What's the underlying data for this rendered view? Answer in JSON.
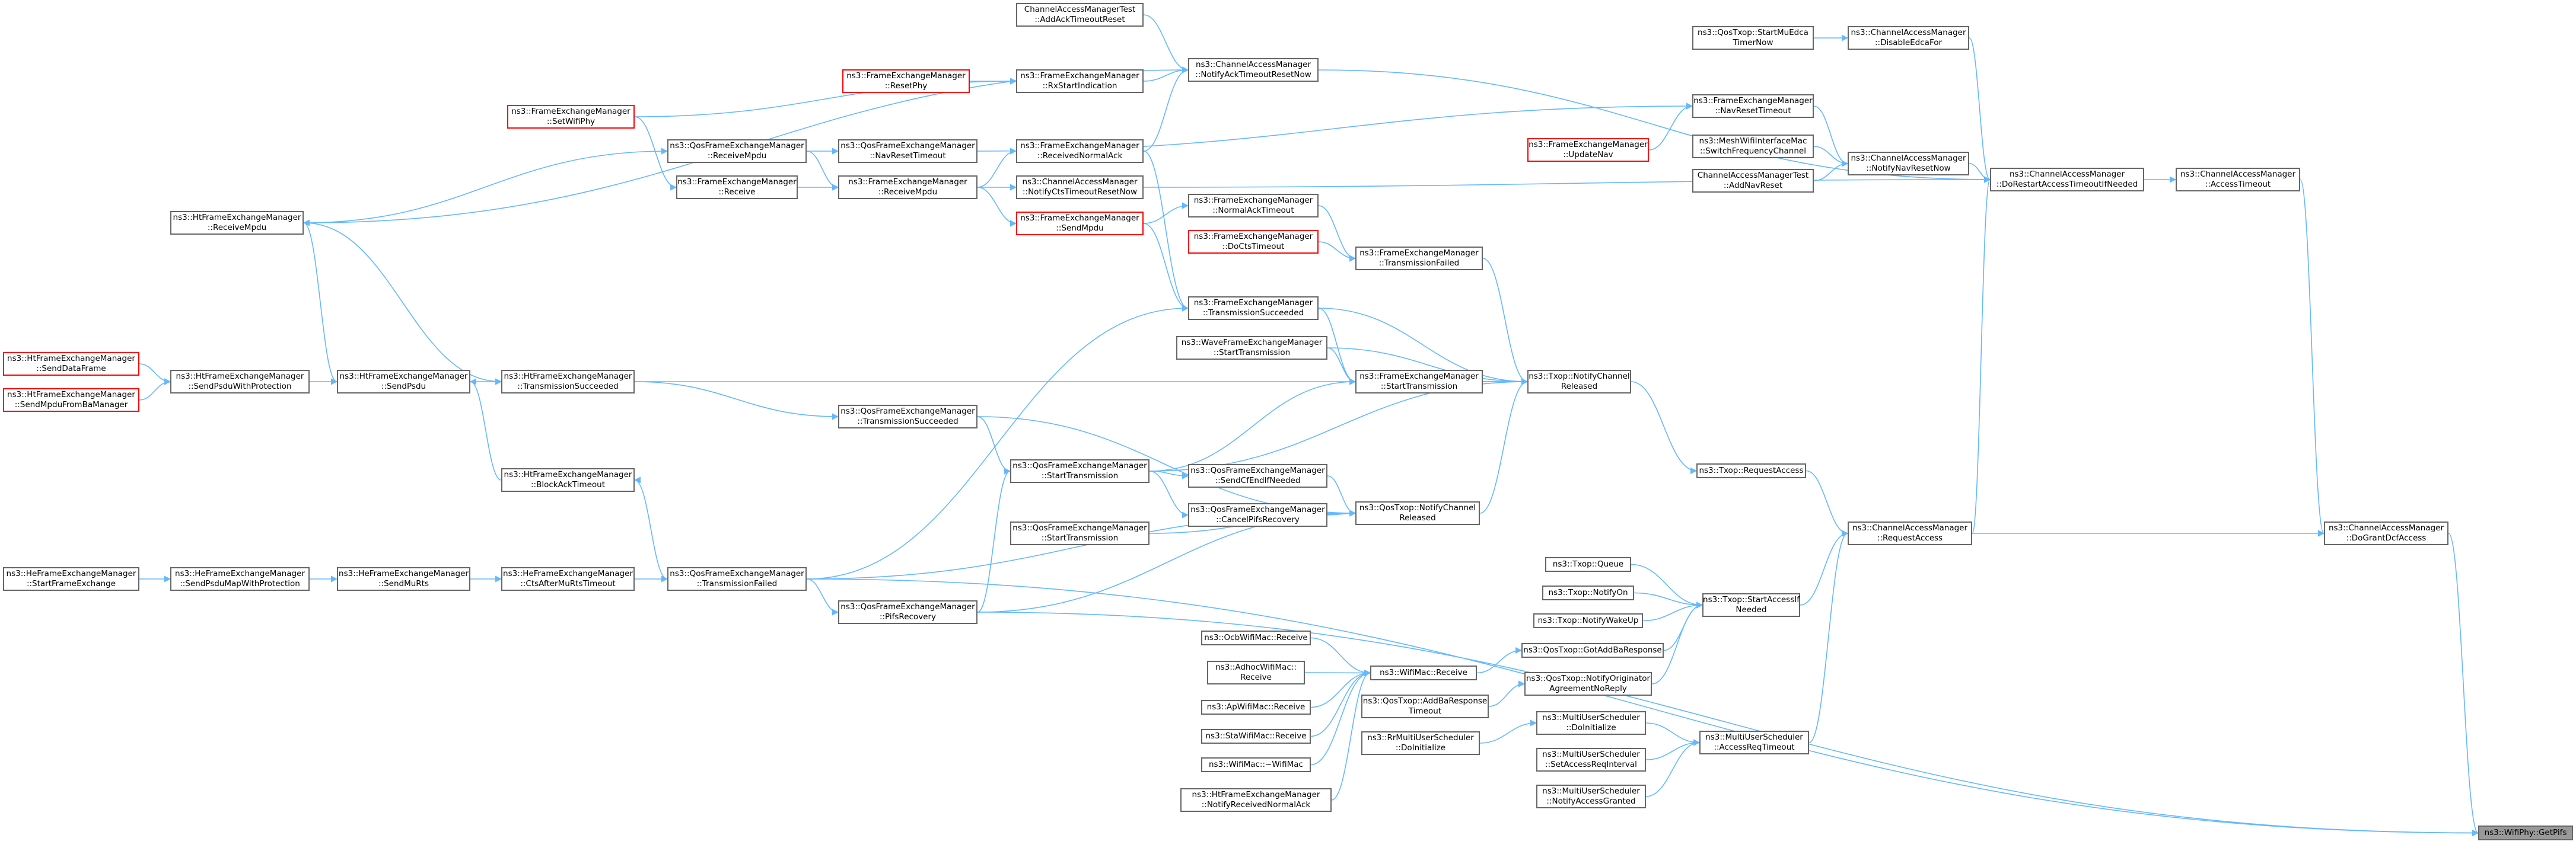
{
  "colors": {
    "edge": "#63b8ff",
    "node_border": "#666666",
    "truncated_border": "#ff0000",
    "root_fill": "#999999"
  },
  "nodes": {
    "n_getpifs": [
      "ns3::WifiPhy::GetPifs"
    ],
    "n_grantdcf": [
      "ns3::ChannelAccessManager",
      "::DoGrantDcfAccess"
    ],
    "n_acctimeout": [
      "ns3::ChannelAccessManager",
      "::AccessTimeout"
    ],
    "n_restart": [
      "ns3::ChannelAccessManager",
      "::DoRestartAccessTimeoutIfNeeded"
    ],
    "n_disable": [
      "ns3::ChannelAccessManager",
      "::DisableEdcaFor"
    ],
    "n_startmuedca": [
      "ns3::QosTxop::StartMuEdca",
      "TimerNow"
    ],
    "n_navreset": [
      "ns3::ChannelAccessManager",
      "::NotifyNavResetNow"
    ],
    "n_switch": [
      "ns3::MeshWifiInterfaceMac",
      "::SwitchFrequencyChannel"
    ],
    "n_cam_addnav": [
      "ChannelAccessManagerTest",
      "::AddNavReset"
    ],
    "n_fem_navreset": [
      "ns3::FrameExchangeManager",
      "::NavResetTimeout"
    ],
    "n_updatenav": [
      "ns3::FrameExchangeManager",
      "::UpdateNav"
    ],
    "n_requestaccess": [
      "ns3::ChannelAccessManager",
      "::RequestAccess"
    ],
    "n_txop_req": [
      "ns3::Txop::RequestAccess"
    ],
    "n_startifneeded": [
      "ns3::Txop::StartAccessIf",
      "Needed"
    ],
    "n_txop_queue": [
      "ns3::Txop::Queue"
    ],
    "n_txop_notifyon": [
      "ns3::Txop::NotifyOn"
    ],
    "n_txop_wakeup": [
      "ns3::Txop::NotifyWakeUp"
    ],
    "n_gotaddba": [
      "ns3::QosTxop::GotAddBaResponse"
    ],
    "n_agreenoreply": [
      "ns3::QosTxop::NotifyOriginator",
      "AgreementNoReply"
    ],
    "n_addbatimeout": [
      "ns3::QosTxop::AddBaResponse",
      "Timeout"
    ],
    "n_accessreqtimeout": [
      "ns3::MultiUserScheduler",
      "::AccessReqTimeout"
    ],
    "n_mus_doinit": [
      "ns3::MultiUserScheduler",
      "::DoInitialize"
    ],
    "n_mus_setint": [
      "ns3::MultiUserScheduler",
      "::SetAccessReqInterval"
    ],
    "n_mus_granted": [
      "ns3::MultiUserScheduler",
      "::NotifyAccessGranted"
    ],
    "n_rr_doinit": [
      "ns3::RrMultiUserScheduler",
      "::DoInitialize"
    ],
    "n_wifimac_recv": [
      "ns3::WifiMac::Receive"
    ],
    "n_ocb_recv": [
      "ns3::OcbWifiMac::Receive"
    ],
    "n_adhoc_recv": [
      "ns3::AdhocWifiMac::",
      "Receive"
    ],
    "n_ap_recv": [
      "ns3::ApWifiMac::Receive"
    ],
    "n_sta_recv": [
      "ns3::StaWifiMac::Receive"
    ],
    "n_wifimac_dtor": [
      "ns3::WifiMac::~WifiMac"
    ],
    "n_ht_notifynormalack": [
      "ns3::HtFrameExchangeManager",
      "::NotifyReceivedNormalAck"
    ],
    "n_txop_released": [
      "ns3::Txop::NotifyChannel",
      "Released"
    ],
    "n_qostxop_released": [
      "ns3::QosTxop::NotifyChannel",
      "Released"
    ],
    "n_cam_acktimeout": [
      "ns3::ChannelAccessManager",
      "::NotifyAckTimeoutResetNow"
    ],
    "n_camtest_addack": [
      "ChannelAccessManagerTest",
      "::AddAckTimeoutReset"
    ],
    "n_fem_rxstart": [
      "ns3::FrameExchangeManager",
      "::RxStartIndication"
    ],
    "n_fem_resetphy": [
      "ns3::FrameExchangeManager",
      "::ResetPhy"
    ],
    "n_fem_setwifiphy": [
      "ns3::FrameExchangeManager",
      "::SetWifiPhy"
    ],
    "n_qosfem_recvmpdu": [
      "ns3::QosFrameExchangeManager",
      "::ReceiveMpdu"
    ],
    "n_fem_receive": [
      "ns3::FrameExchangeManager",
      "::Receive"
    ],
    "n_qosfem_navreset": [
      "ns3::QosFrameExchangeManager",
      "::NavResetTimeout"
    ],
    "n_fem_recvmpdu": [
      "ns3::FrameExchangeManager",
      "::ReceiveMpdu"
    ],
    "n_fem_recvnormalack": [
      "ns3::FrameExchangeManager",
      "::ReceivedNormalAck"
    ],
    "n_cam_ctstimeout": [
      "ns3::ChannelAccessManager",
      "::NotifyCtsTimeoutResetNow"
    ],
    "n_fem_sendmpdu": [
      "ns3::FrameExchangeManager",
      "::SendMpdu"
    ],
    "n_fem_normalacktimeout": [
      "ns3::FrameExchangeManager",
      "::NormalAckTimeout"
    ],
    "n_fem_doctstimeout": [
      "ns3::FrameExchangeManager",
      "::DoCtsTimeout"
    ],
    "n_fem_txfailed": [
      "ns3::FrameExchangeManager",
      "::TransmissionFailed"
    ],
    "n_fem_txsucceeded": [
      "ns3::FrameExchangeManager",
      "::TransmissionSucceeded"
    ],
    "n_wave_starttx": [
      "ns3::WaveFrameExchangeManager",
      "::StartTransmission"
    ],
    "n_fem_starttx": [
      "ns3::FrameExchangeManager",
      "::StartTransmission"
    ],
    "n_ht_recvmpdu": [
      "ns3::HtFrameExchangeManager",
      "::ReceiveMpdu"
    ],
    "n_ht_senddataframe": [
      "ns3::HtFrameExchangeManager",
      "::SendDataFrame"
    ],
    "n_ht_sendmpdufromba": [
      "ns3::HtFrameExchangeManager",
      "::SendMpduFromBaManager"
    ],
    "n_ht_sendpsduprot": [
      "ns3::HtFrameExchangeManager",
      "::SendPsduWithProtection"
    ],
    "n_ht_sendpsdu": [
      "ns3::HtFrameExchangeManager",
      "::SendPsdu"
    ],
    "n_ht_txsucceeded": [
      "ns3::HtFrameExchangeManager",
      "::TransmissionSucceeded"
    ],
    "n_qosfem_txsucceeded": [
      "ns3::QosFrameExchangeManager",
      "::TransmissionSucceeded"
    ],
    "n_qosfem_starttx": [
      "ns3::QosFrameExchangeManager",
      "::StartTransmission"
    ],
    "n_qosfem_sendcfend": [
      "ns3::QosFrameExchangeManager",
      "::SendCfEndIfNeeded"
    ],
    "n_qosfem_cancelpifs": [
      "ns3::QosFrameExchangeManager",
      "::CancelPifsRecovery"
    ],
    "n_qosfem_starttx2": [
      "ns3::QosFrameExchangeManager",
      "::StartTransmission"
    ],
    "n_ht_blockacktimeout": [
      "ns3::HtFrameExchangeManager",
      "::BlockAckTimeout"
    ],
    "n_he_startframe": [
      "ns3::HeFrameExchangeManager",
      "::StartFrameExchange"
    ],
    "n_he_sendpsdumap": [
      "ns3::HeFrameExchangeManager",
      "::SendPsduMapWithProtection"
    ],
    "n_he_sendmurts": [
      "ns3::HeFrameExchangeManager",
      "::SendMuRts"
    ],
    "n_he_ctsaftermurts": [
      "ns3::HeFrameExchangeManager",
      "::CtsAfterMuRtsTimeout"
    ],
    "n_qosfem_txfailed": [
      "ns3::QosFrameExchangeManager",
      "::TransmissionFailed"
    ],
    "n_qosfem_pifsrecovery": [
      "ns3::QosFrameExchangeManager",
      "::PifsRecovery"
    ]
  }
}
